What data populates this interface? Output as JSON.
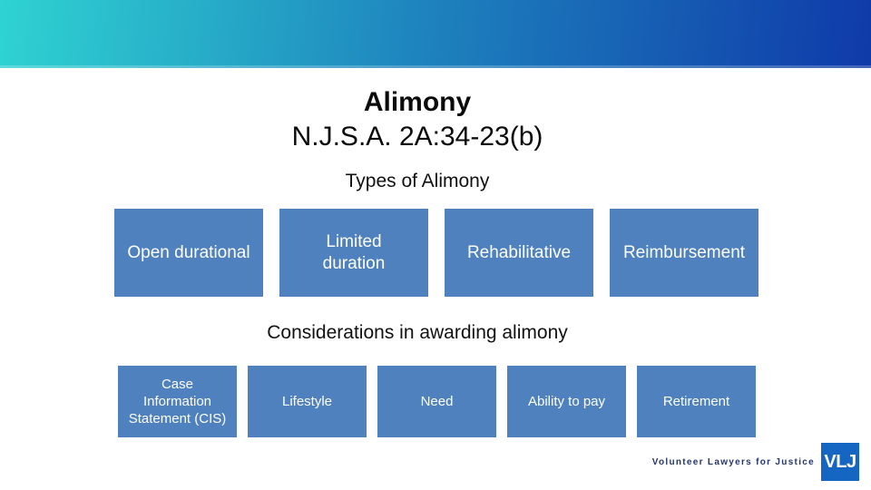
{
  "slide": {
    "title_line1": "Alimony",
    "title_line2": "N.J.S.A. 2A:34-23(b)",
    "types_section": {
      "heading": "Types of Alimony",
      "boxes": [
        "Open durational",
        "Limited\nduration",
        "Rehabilitative",
        "Reimbursement"
      ]
    },
    "considerations_section": {
      "heading": "Considerations in awarding alimony",
      "boxes": [
        "Case\nInformation\nStatement (CIS)",
        "Lifestyle",
        "Need",
        "Ability to pay",
        "Retirement"
      ]
    },
    "footer": {
      "organization": "Volunteer Lawyers for Justice",
      "logo_text": "VLJ"
    },
    "colors": {
      "header_gradient_left": "#2fd3d2",
      "header_gradient_mid": "#1e84be",
      "header_gradient_right": "#0f3aa9",
      "box_fill": "#4e81bd",
      "box_text": "#ffffff",
      "footer_text": "#26366b",
      "logo_background": "#1566c2"
    }
  }
}
